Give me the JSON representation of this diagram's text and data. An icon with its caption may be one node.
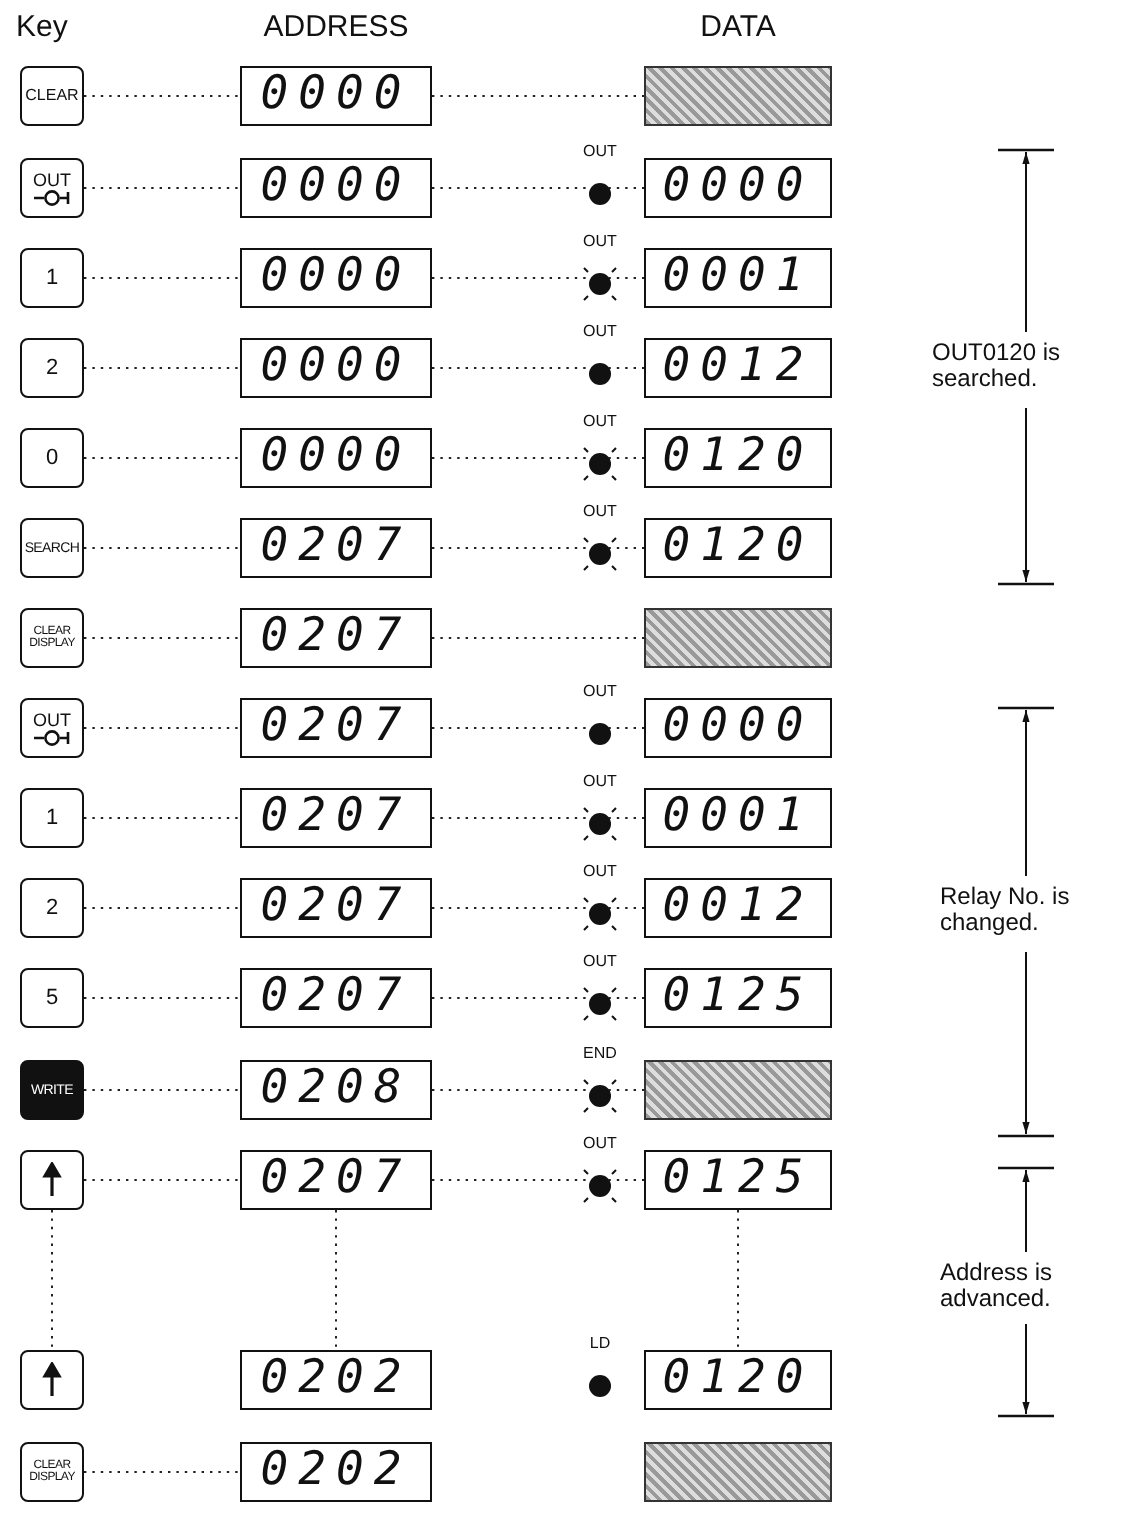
{
  "diagram": {
    "nodes": [
      {
        "text": [
          "CLEAR"
        ]
      },
      {
        "text": [
          "0000"
        ]
      },
      {
        "text": [],
        "shape": "box"
      },
      {
        "text": [
          "OUT"
        ]
      },
      {
        "text": [
          "0000"
        ]
      },
      {
        "text": [
          "0000"
        ],
        "beside": [
          "OUT"
        ]
      },
      {
        "text": [
          "1"
        ]
      },
      {
        "text": [
          "0000"
        ]
      },
      {
        "text": [
          "0001"
        ],
        "beside": [
          "OUT"
        ]
      },
      {
        "text": [
          "2"
        ]
      },
      {
        "text": [
          "0000"
        ]
      },
      {
        "text": [
          "0012"
        ],
        "beside": [
          "OUT"
        ]
      },
      {
        "text": [
          "0"
        ]
      },
      {
        "text": [
          "0000"
        ]
      },
      {
        "text": [
          "0120"
        ],
        "beside": [
          "OUT"
        ]
      },
      {
        "text": [
          "SEARCH"
        ]
      },
      {
        "text": [
          "0207"
        ]
      },
      {
        "text": [
          "0120"
        ],
        "beside": [
          "OUT"
        ]
      },
      {
        "text": [
          "CLEAR DISPLAY"
        ]
      },
      {
        "text": [
          "0207"
        ]
      },
      {
        "text": [],
        "shape": "box"
      },
      {
        "text": [
          "OUT"
        ]
      },
      {
        "text": [
          "0207"
        ]
      },
      {
        "text": [
          "0000"
        ],
        "beside": [
          "OUT"
        ]
      },
      {
        "text": [
          "1"
        ]
      },
      {
        "text": [
          "0207"
        ]
      },
      {
        "text": [
          "0001"
        ],
        "beside": [
          "OUT"
        ]
      },
      {
        "text": [
          "2"
        ]
      },
      {
        "text": [
          "0207"
        ]
      },
      {
        "text": [
          "0012"
        ],
        "beside": [
          "OUT"
        ]
      },
      {
        "text": [
          "5"
        ]
      },
      {
        "text": [
          "0207"
        ]
      },
      {
        "text": [
          "0125"
        ],
        "beside": [
          "OUT"
        ]
      },
      {
        "text": [
          "WRITE"
        ]
      },
      {
        "text": [
          "0208"
        ]
      },
      {
        "text": [],
        "shape": "box",
        "beside": [
          "END"
        ]
      },
      {
        "text": [],
        "shape": "box"
      },
      {
        "text": [
          "0207"
        ]
      },
      {
        "text": [
          "0125"
        ],
        "beside": [
          "OUT"
        ]
      },
      {
        "text": [],
        "shape": "box"
      },
      {
        "text": [
          "0202"
        ]
      },
      {
        "text": [
          "0120"
        ],
        "beside": [
          "LD"
        ]
      },
      {
        "text": [
          "CLEAR DISPLAY"
        ]
      },
      {
        "text": [
          "0202"
        ]
      },
      {
        "text": [],
        "shape": "box"
      }
    ],
    "edges": [
      {
        "from": 0,
        "to": 1,
        "arrow": "none",
        "style": "dashed"
      },
      {
        "from": 1,
        "to": 2,
        "arrow": "none",
        "style": "dashed"
      },
      {
        "from": 3,
        "to": 4,
        "arrow": "none",
        "style": "dashed"
      },
      {
        "from": 4,
        "to": 5,
        "arrow": "none",
        "style": "dashed"
      },
      {
        "from": 6,
        "to": 7,
        "arrow": "none",
        "style": "dashed"
      },
      {
        "from": 7,
        "to": 8,
        "arrow": "none",
        "style": "dashed"
      },
      {
        "from": 9,
        "to": 10,
        "arrow": "none",
        "style": "dashed"
      },
      {
        "from": 10,
        "to": 11,
        "arrow": "none",
        "style": "dashed"
      },
      {
        "from": 12,
        "to": 13,
        "arrow": "none",
        "style": "dashed"
      },
      {
        "from": 13,
        "to": 14,
        "arrow": "none",
        "style": "dashed"
      },
      {
        "from": 15,
        "to": 16,
        "arrow": "none",
        "style": "dashed"
      },
      {
        "from": 16,
        "to": 17,
        "arrow": "none",
        "style": "dashed"
      },
      {
        "from": 18,
        "to": 19,
        "arrow": "none",
        "style": "dashed"
      },
      {
        "from": 19,
        "to": 20,
        "arrow": "none",
        "style": "dashed"
      },
      {
        "from": 21,
        "to": 22,
        "arrow": "none",
        "style": "dashed"
      },
      {
        "from": 22,
        "to": 23,
        "arrow": "none",
        "style": "dashed"
      },
      {
        "from": 24,
        "to": 25,
        "arrow": "none",
        "style": "dashed"
      },
      {
        "from": 25,
        "to": 26,
        "arrow": "none",
        "style": "dashed"
      },
      {
        "from": 27,
        "to": 28,
        "arrow": "none",
        "style": "dashed"
      },
      {
        "from": 28,
        "to": 29,
        "arrow": "none",
        "style": "dashed"
      },
      {
        "from": 30,
        "to": 31,
        "arrow": "none",
        "style": "dashed"
      },
      {
        "from": 31,
        "to": 32,
        "arrow": "none",
        "style": "dashed"
      },
      {
        "from": 33,
        "to": 34,
        "arrow": "none",
        "style": "dashed"
      },
      {
        "from": 34,
        "to": 35,
        "arrow": "none",
        "style": "dashed"
      },
      {
        "from": 36,
        "to": 37,
        "arrow": "none",
        "style": "dashed"
      },
      {
        "from": 37,
        "to": 38,
        "arrow": "none",
        "style": "dashed"
      },
      {
        "from": 36,
        "to": 39,
        "arrow": "none",
        "style": "dashed"
      },
      {
        "from": 37,
        "to": 40,
        "arrow": "none",
        "style": "dashed"
      },
      {
        "from": 38,
        "to": 41,
        "arrow": "none",
        "style": "dashed"
      },
      {
        "from": 42,
        "to": 43,
        "arrow": "none",
        "style": "dashed"
      }
    ],
    "labels": [
      "Key",
      "ADDRESS",
      "DATA",
      "OUT0120 is searched.",
      "Relay No. is changed.",
      "Address is advanced."
    ]
  }
}
